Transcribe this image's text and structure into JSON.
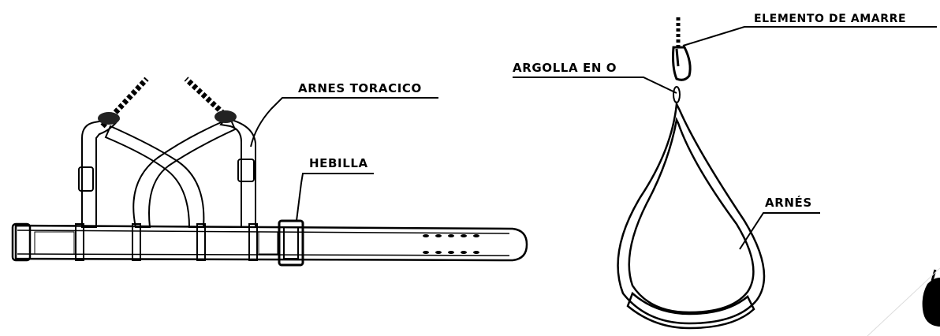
{
  "labels": {
    "arnes_toracico": "ARNES TORACICO",
    "hebilla": "HEBILLA",
    "argolla": "ARGOLLA EN O",
    "elemento": "ELEMENTO DE AMARRE",
    "arnes": "ARNÉS"
  },
  "colors": {
    "ink": "#000000",
    "paper": "#ffffff",
    "stipple": "#bdbdbd"
  }
}
